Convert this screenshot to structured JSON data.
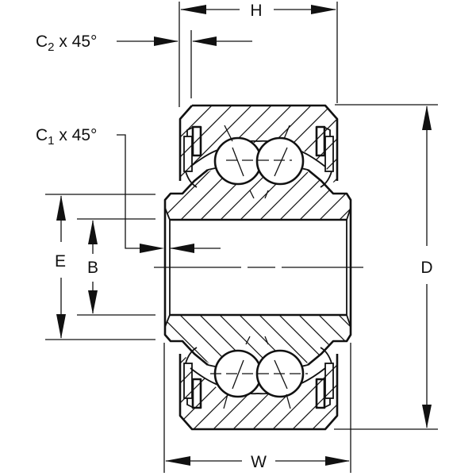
{
  "diagram": {
    "subject": "Double row angular contact ball bearing cross-section with dimension callouts",
    "dimensions": {
      "H": {
        "label": "H"
      },
      "W": {
        "label": "W"
      },
      "D": {
        "label": "D"
      },
      "E": {
        "label": "E"
      },
      "B": {
        "label": "B"
      },
      "C2": {
        "prefix": "C",
        "subscript": "2",
        "suffix": " x 45°"
      },
      "C1": {
        "prefix": "C",
        "subscript": "1",
        "suffix": " x 45°"
      }
    }
  }
}
